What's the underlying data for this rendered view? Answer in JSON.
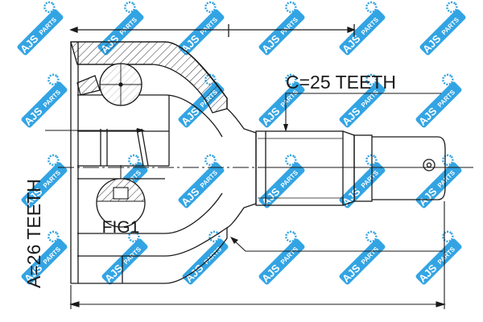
{
  "drawing": {
    "label_c": "C=25 TEETH",
    "label_a": "A=26 TEETH",
    "label_fig": "FIG1"
  },
  "watermark": {
    "brand": "AJS",
    "suffix": "PARTS",
    "color": "#1e9be0"
  },
  "colors": {
    "line": "#1a1a1a",
    "hatch": "#333333"
  }
}
